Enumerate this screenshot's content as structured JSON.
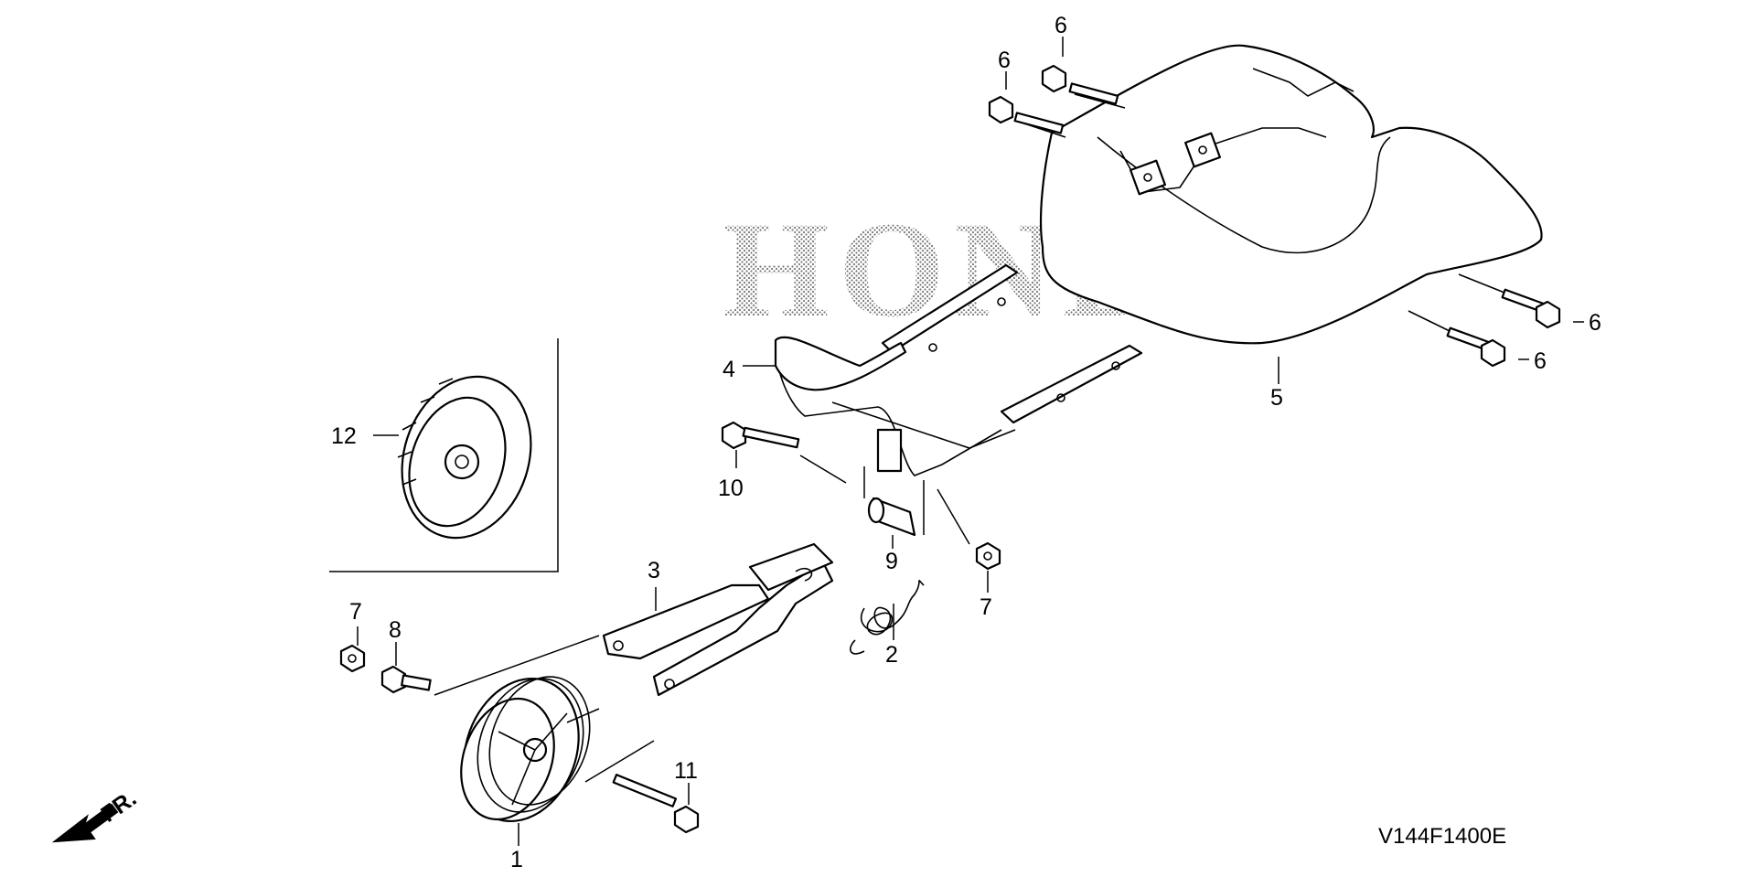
{
  "diagram": {
    "watermark": "HONDA",
    "direction_marker": "FR.",
    "drawing_code": "V144F1400E",
    "callouts": [
      {
        "id": "c1",
        "text": "1"
      },
      {
        "id": "c2",
        "text": "2"
      },
      {
        "id": "c3",
        "text": "3"
      },
      {
        "id": "c4",
        "text": "4"
      },
      {
        "id": "c5",
        "text": "5"
      },
      {
        "id": "c6a",
        "text": "6"
      },
      {
        "id": "c6b",
        "text": "6"
      },
      {
        "id": "c6c",
        "text": "6"
      },
      {
        "id": "c6d",
        "text": "6"
      },
      {
        "id": "c7a",
        "text": "7"
      },
      {
        "id": "c7b",
        "text": "7"
      },
      {
        "id": "c8",
        "text": "8"
      },
      {
        "id": "c9",
        "text": "9"
      },
      {
        "id": "c10",
        "text": "10"
      },
      {
        "id": "c11",
        "text": "11"
      },
      {
        "id": "c12",
        "text": "12"
      }
    ]
  }
}
